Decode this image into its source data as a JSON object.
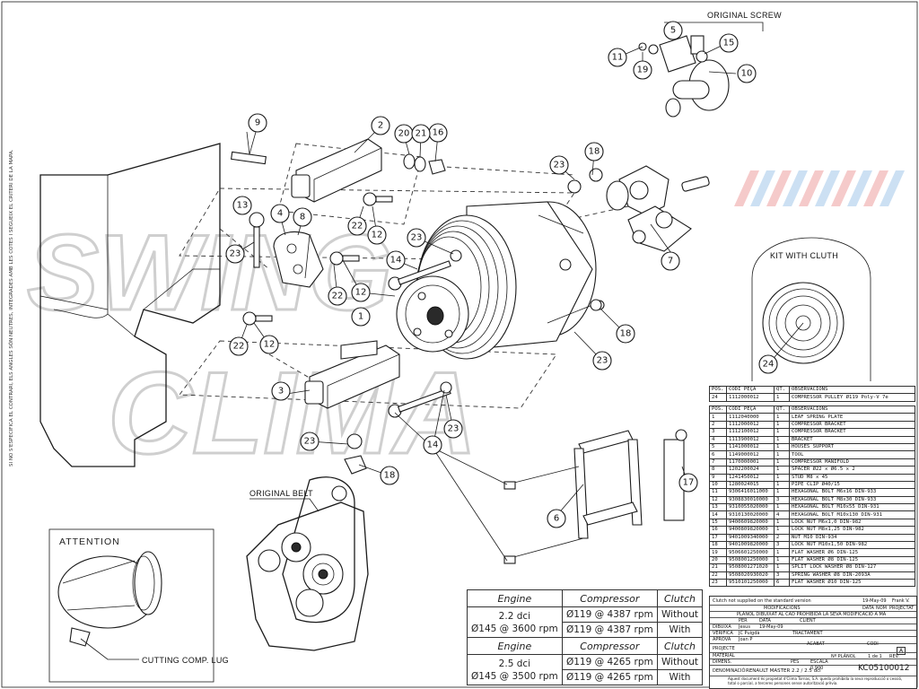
{
  "labels": {
    "original_screw": "ORIGINAL SCREW",
    "kit_with_cluth": "KIT WITH CLUTH",
    "original_belt": "ORIGINAL BELT",
    "attention": "ATTENTION",
    "cutting_comp_lug": "CUTTING COMP. LUG",
    "side_note": "SI NO S'ESPECIFICA EL CONTRARI, ELS ANGLES SÓN NEUTRES, INTEGRADES AMB LES COTES I SEGUEIX EL CRITERI DE LA MAPA."
  },
  "watermark": {
    "line1": "SWING",
    "line2": "CLIMA"
  },
  "balloons": [
    "1",
    "2",
    "3",
    "4",
    "5",
    "6",
    "7",
    "8",
    "9",
    "10",
    "11",
    "12",
    "13",
    "14",
    "15",
    "16",
    "17",
    "18",
    "19",
    "20",
    "21",
    "22",
    "23",
    "24"
  ],
  "kit_table": {
    "headers": [
      "POS.",
      "CODI PEÇA",
      "QT.",
      "OBSERVACIONS"
    ],
    "rows": [
      [
        "24",
        "1112000012",
        "1",
        "COMPRESSOR PULLEY Ø119 Poly-V 7e"
      ]
    ]
  },
  "bom_table": {
    "headers": [
      "POS.",
      "CODI PEÇA",
      "QT.",
      "OBSERVACIONS"
    ],
    "rows": [
      [
        "1",
        "1112040000",
        "1",
        "LEAF SPRING PLATE"
      ],
      [
        "2",
        "1112000012",
        "1",
        "COMPRESSOR BRACKET"
      ],
      [
        "3",
        "1112100012",
        "1",
        "COMPRESSOR BRACKET"
      ],
      [
        "4",
        "1113900012",
        "1",
        "BRACKET"
      ],
      [
        "5",
        "1141000012",
        "1",
        "HOUSES SUPPORT"
      ],
      [
        "6",
        "1149000012",
        "1",
        "TOOL"
      ],
      [
        "7",
        "1170000001",
        "1",
        "COMPRESSOR MANIFOLD"
      ],
      [
        "8",
        "1202200024",
        "1",
        "SPACER Ø22 x Ø6.5 x 2"
      ],
      [
        "9",
        "1241450012",
        "1",
        "STUD M8 x 45"
      ],
      [
        "10",
        "1280024015",
        "1",
        "PIPE CLIP Ø40/15"
      ],
      [
        "11",
        "9306416011000",
        "1",
        "HEXAGONAL BOLT M6x16 DIN-933"
      ],
      [
        "12",
        "9308830010000",
        "3",
        "HEXAGONAL BOLT M8x30 DIN-933"
      ],
      [
        "13",
        "9310055020000",
        "1",
        "HEXAGONAL BOLT M10x55 DIN-931"
      ],
      [
        "14",
        "9310130020000",
        "4",
        "HEXAGONAL BOLT M10x130 DIN-931"
      ],
      [
        "15",
        "9400609820000",
        "1",
        "LOCK NUT M6x1,0 DIN-982"
      ],
      [
        "16",
        "9400809820000",
        "1",
        "LOCK NUT M8x1,25 DIN-982"
      ],
      [
        "17",
        "9401009340000",
        "2",
        "NUT M10 DIN-934"
      ],
      [
        "18",
        "9401009820000",
        "3",
        "LOCK NUT M10x1,50 DIN-982"
      ],
      [
        "19",
        "9506601250000",
        "1",
        "FLAT WASHER Ø6 DIN-125"
      ],
      [
        "20",
        "9508001250000",
        "1",
        "FLAT WASHER Ø8 DIN-125"
      ],
      [
        "21",
        "9508001271020",
        "1",
        "SPLIT LOCK WASHER Ø8 DIN-127"
      ],
      [
        "22",
        "9508020930020",
        "3",
        "SPRING WASHER Ø8 DIN-2093A"
      ],
      [
        "23",
        "9510101250000",
        "6",
        "FLAT WASHER Ø10 DIN-125"
      ]
    ]
  },
  "engine_table": {
    "headers": [
      "Engine",
      "Compressor",
      "Clutch"
    ],
    "rows": [
      {
        "engine": "2.2 dci",
        "engine_sub": "Ø145 @ 3600 rpm",
        "compressor": "Ø119 @ 4387 rpm",
        "clutch": "Without"
      },
      {
        "engine": "",
        "engine_sub": "",
        "compressor": "Ø119 @ 4387 rpm",
        "clutch": "With"
      },
      {
        "engine": "2.5 dci",
        "engine_sub": "Ø145 @ 3500 rpm",
        "compressor": "Ø119 @ 4265 rpm",
        "clutch": "Without"
      },
      {
        "engine": "",
        "engine_sub": "",
        "compressor": "Ø119 @ 4265 rpm",
        "clutch": "With"
      }
    ]
  },
  "title_block": {
    "note": "Clutch not supplied on the standard version",
    "note_date": "19-May-09",
    "note_by": "Frank V.",
    "rev_label": "A",
    "col_modificacions": "MODIFICACIONS",
    "col_data": "DATA",
    "col_nom": "NOM",
    "col_projectat": "PROJECTAT",
    "copyright": "PLÀNOL DIBUIXAT AL CAD PROHIBIDA LA SEVA MODIFICACIÓ A MÀ",
    "per": "PER",
    "data": "DATA",
    "client": "CLIENT",
    "dibuixa": "DIBUIXA",
    "dibuixa_nom": "Jesus",
    "dibuixa_data": "19-May-09",
    "verifica": "VERIFICA",
    "verifica_nom": "JC Puigdà",
    "aprova": "APROVA",
    "aprova_nom": "Joan P",
    "tractament": "TRACTAMENT",
    "projecte": "PROJECTE",
    "acabat": "ACABAT",
    "codi": "CODI",
    "material": "MATERIAL",
    "dimens": "DIMENS.",
    "pes": "PES",
    "escala_label": "ESCALA",
    "escala": "0.900",
    "n_planol": "Nº PLÀNOL",
    "sheet": "1 de 1",
    "rev": "REV.",
    "denominacio": "DENOMINACIÓ",
    "denominacio_value": "RENAULT MASTER 2.2 / 2.5 dci",
    "plan_number": "KC05100012",
    "footer": "Aquest document és propietat d'Clima Tornas, S.A. queda prohibida la seva reproducció o cessió, total o parcial, a terceres persones sense autorització prèvia."
  },
  "colors": {
    "stroke": "#1a1a1a",
    "watermark": "#cfcfcf",
    "logo_red": "#f2b5b5",
    "logo_blue": "#b7d4ee"
  }
}
